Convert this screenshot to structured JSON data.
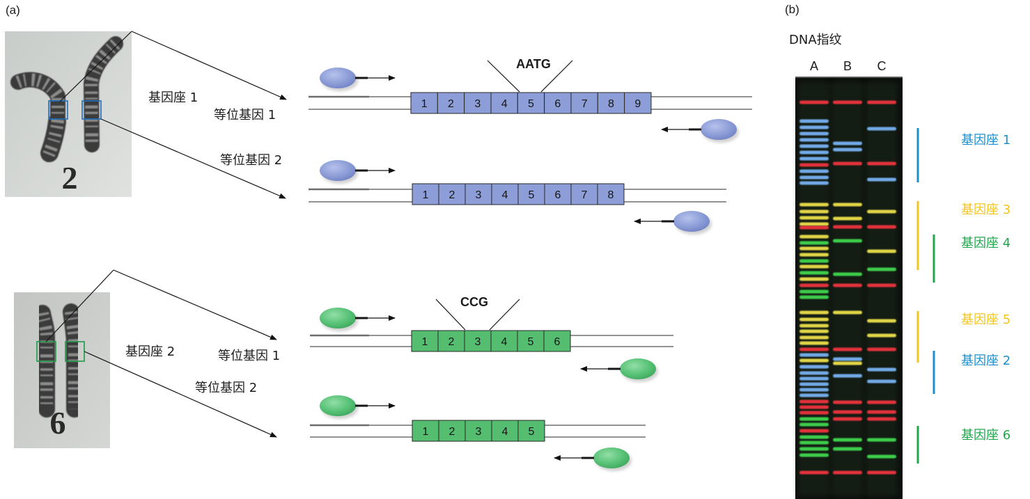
{
  "panel_labels": {
    "a": "(a)",
    "b": "(b)"
  },
  "colors": {
    "repeat_blue": "#8c9dd7",
    "repeat_green": "#55bd70",
    "band_red": "#e3313b",
    "band_blue": "#72aae8",
    "band_yellow": "#e0d646",
    "band_green": "#3ccd4c",
    "gel": "#0b0e0b"
  },
  "panel_a": {
    "chromosomes": [
      {
        "number": "2",
        "locus_label": "基因座 1",
        "repeat_unit": "AATG",
        "alleles": [
          {
            "label": "等位基因 1",
            "repeats": [
              "1",
              "2",
              "3",
              "4",
              "5",
              "6",
              "7",
              "8",
              "9"
            ]
          },
          {
            "label": "等位基因 2",
            "repeats": [
              "1",
              "2",
              "3",
              "4",
              "5",
              "6",
              "7",
              "8"
            ]
          }
        ]
      },
      {
        "number": "6",
        "locus_label": "基因座 2",
        "repeat_unit": "CCG",
        "alleles": [
          {
            "label": "等位基因 1",
            "repeats": [
              "1",
              "2",
              "3",
              "4",
              "5",
              "6"
            ]
          },
          {
            "label": "等位基因 2",
            "repeats": [
              "1",
              "2",
              "3",
              "4",
              "5"
            ]
          }
        ]
      }
    ]
  },
  "panel_b": {
    "title": "DNA指纹",
    "lanes": [
      "A",
      "B",
      "C"
    ],
    "loci": [
      {
        "label": "基因座 1",
        "color": "#1b8fce"
      },
      {
        "label": "基因座 3",
        "color": "#f2c41d"
      },
      {
        "label": "基因座 4",
        "color": "#20a64b"
      },
      {
        "label": "基因座 5",
        "color": "#f2c41d"
      },
      {
        "label": "基因座 2",
        "color": "#1b8fce"
      },
      {
        "label": "基因座 6",
        "color": "#20a64b"
      }
    ]
  }
}
